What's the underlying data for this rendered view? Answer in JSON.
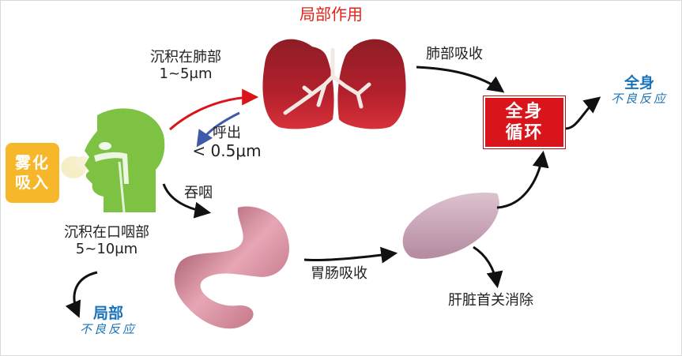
{
  "title": "局部作用",
  "nebulizer": "雾化吸入",
  "lung_deposition": {
    "label": "沉积在肺部",
    "size": "1~5μm"
  },
  "exhale": {
    "label": "呼出",
    "size": "< 0.5μm"
  },
  "swallow": "吞咽",
  "oropharynx_deposition": {
    "label": "沉积在口咽部",
    "size": "5~10μm"
  },
  "local_adverse": {
    "title": "局部",
    "subtitle": "不良反应"
  },
  "lung_absorption": "肺部吸收",
  "systemic_circulation": "全身循环",
  "systemic_adverse": {
    "title": "全身",
    "subtitle": "不良反应"
  },
  "gi_absorption": "胃肠吸收",
  "hepatic_clearance": "肝脏首关消除",
  "colors": {
    "accent_red": "#e2231a",
    "box_red": "#d9141b",
    "nebulizer_yellow": "#f6b72b",
    "head_green": "#7dc242",
    "lung_red": "#b3202c",
    "stomach_pink": "#d58a9b",
    "liver_mauve": "#c79fb3",
    "adverse_blue": "#1a73b8",
    "exhale_arrow_blue": "#3f5aa8"
  }
}
